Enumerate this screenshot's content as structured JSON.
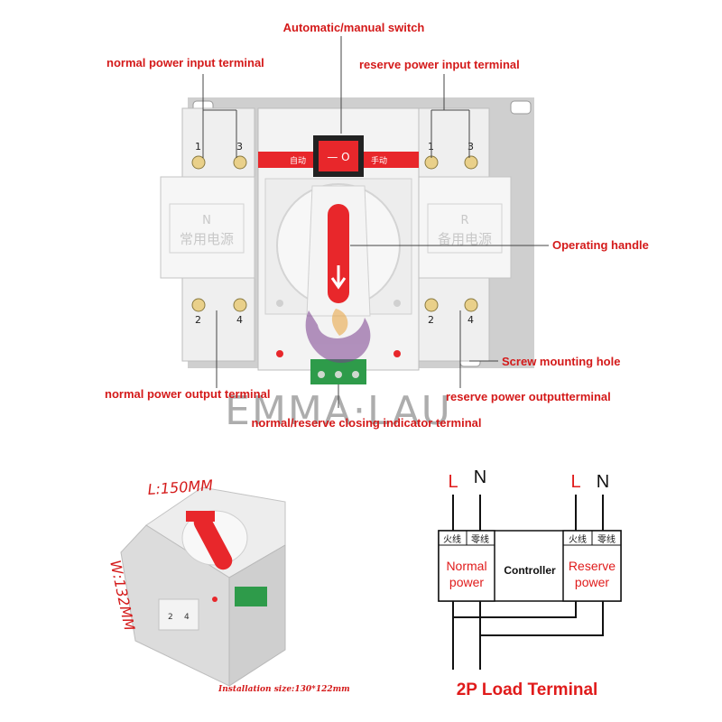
{
  "colors": {
    "label_red": "#d41a1a",
    "handle_red": "#e8272b",
    "body_white": "#f2f2f2",
    "bracket_gray": "#c9c9c9",
    "terminal_green": "#2e9b4a",
    "wire_black": "#111111"
  },
  "top_photo": {
    "labels": {
      "auto_manual_switch": "Automatic/manual switch",
      "normal_input": "normal power input terminal",
      "reserve_input": "reserve power input terminal",
      "operating_handle": "Operating handle",
      "screw_hole": "Screw mounting hole",
      "normal_output": "normal power output terminal",
      "reserve_output": "reserve power outputterminal",
      "closing_indicator": "normal/reserve closing indicator terminal"
    },
    "switch_text": {
      "left": "自动",
      "center": "— O",
      "right": "手动"
    },
    "left_cover": {
      "letter": "N",
      "text": "常用电源"
    },
    "right_cover": {
      "letter": "R",
      "text": "备用电源"
    },
    "terminals": {
      "t1": "1",
      "t2": "2",
      "t3": "3",
      "t4": "4"
    },
    "watermark": "EMMA·LAU"
  },
  "dimension_photo": {
    "length_label": "L:150MM",
    "width_label": "W:132MM",
    "install_size": "Installation size:130*122mm",
    "terminals": {
      "t2": "2",
      "t4": "4"
    }
  },
  "wiring_diagram": {
    "left_L": "L",
    "left_N": "N",
    "right_L": "L",
    "right_N": "N",
    "fire_wire": "火线",
    "neutral_wire": "零线",
    "normal_line1": "Normal",
    "normal_line2": "power",
    "controller": "Controller",
    "reserve_line1": "Reserve",
    "reserve_line2": "power",
    "caption": "2P Load Terminal"
  }
}
